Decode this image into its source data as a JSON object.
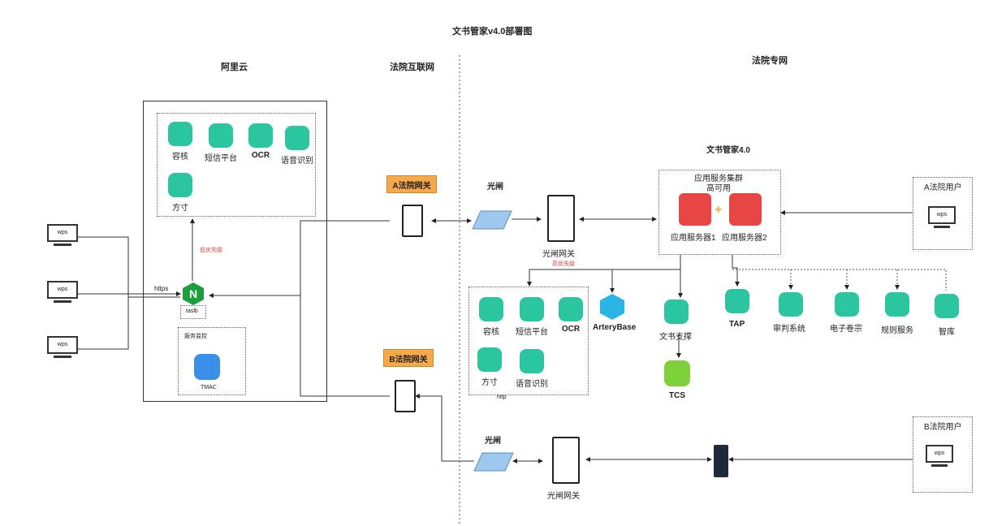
{
  "title": "文书管家v4.0部署图",
  "zones": {
    "aliyun": "阿里云",
    "court_internet": "法院互联网",
    "court_private": "法院专网"
  },
  "aliyun_services": {
    "items": [
      "容核",
      "短信平台",
      "OCR",
      "语音识别",
      "方寸"
    ]
  },
  "labels": {
    "https": "https",
    "http": "http",
    "low_priority": "低优先级",
    "high_priority": "高优先级",
    "taslb": "taslb",
    "monitor": "服务监控",
    "tmac": "TMAC"
  },
  "wps_clients": [
    "wps",
    "wps",
    "wps"
  ],
  "gateways": {
    "a_court": "A法院网关",
    "b_court": "B法院网关",
    "optical1": "光闸",
    "optical2": "光闸",
    "optical_gw1": "光闸网关",
    "optical_gw2": "光闸网关"
  },
  "wenshu": {
    "title": "文书管家4.0",
    "cluster": "应用服务集群",
    "ha": "高可用",
    "server1": "应用服务器1",
    "server2": "应用服务器2"
  },
  "private_services": {
    "group": [
      "容核",
      "短信平台",
      "OCR",
      "方寸",
      "语音识别"
    ],
    "arterybase": "ArteryBase",
    "wenshu_support": "文书支撑",
    "tcs": "TCS",
    "tap": "TAP",
    "trial": "审判系统",
    "efile": "电子卷宗",
    "rules": "规则服务",
    "zhiku": "智库"
  },
  "users": {
    "a": "A法院用户",
    "b": "B法院用户",
    "wps_a": "wps",
    "wps_b": "wps"
  },
  "colors": {
    "service_green": "#2bc6a0",
    "gateway_orange": "#f5a94a",
    "server_red": "#e84545",
    "nginx_green": "#1b9e3e",
    "tcs_green": "#7fd13b",
    "tmac_blue": "#3a8fe8",
    "artery_blue": "#29b6e6"
  }
}
